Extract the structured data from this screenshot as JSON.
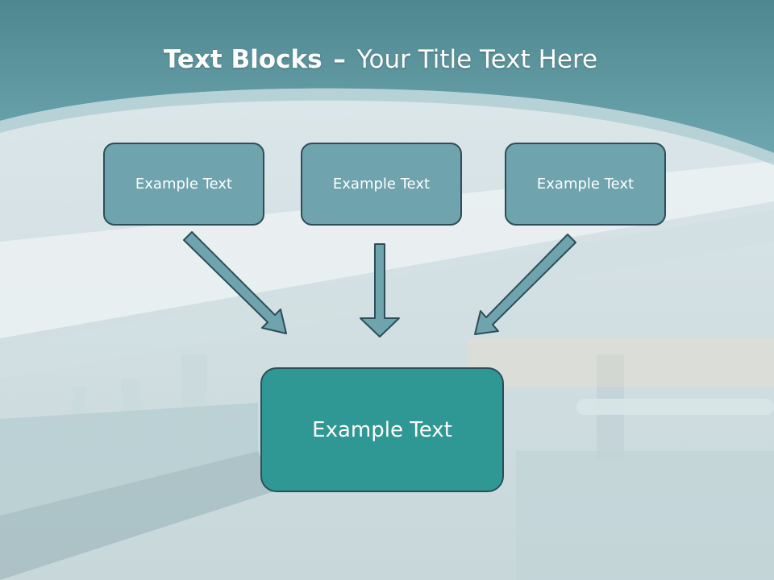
{
  "slide": {
    "title_bold": "Text Blocks",
    "title_dash": "–",
    "title_rest": "Your Title Text Here",
    "blocks": [
      {
        "text": "Example Text"
      },
      {
        "text": "Example Text"
      },
      {
        "text": "Example Text"
      }
    ],
    "target_block": {
      "text": "Example Text"
    }
  },
  "colors": {
    "header_teal": "#5b929b",
    "block_fill": "#6fa3ae",
    "target_fill": "#2f9895",
    "outline": "#2d4e57"
  }
}
